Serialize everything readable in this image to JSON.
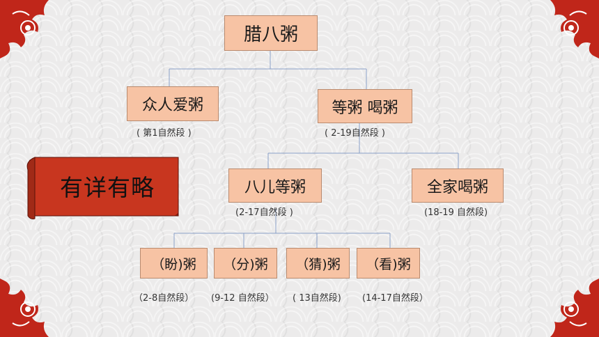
{
  "root": "腊八粥",
  "level1": [
    {
      "title": "众人爱粥",
      "note": "( 第1自然段 )"
    },
    {
      "title": "等粥  喝粥",
      "note": "(  2-19自然段 )"
    }
  ],
  "level2": [
    {
      "title": "八儿等粥",
      "note": "(2-17自然段 )"
    },
    {
      "title": "全家喝粥",
      "note": "(18-19 自然段)"
    }
  ],
  "level3": [
    {
      "title": "（盼)粥",
      "note": "（2-8自然段）"
    },
    {
      "title": "（分)粥",
      "note": "(9-12 自然段）"
    },
    {
      "title": "（猜)粥",
      "note": "( 13自然段)"
    },
    {
      "title": "（看)粥",
      "note": "(14-17自然段）"
    }
  ],
  "summary": "有详有略",
  "colors": {
    "box_fill": "#f7c3a4",
    "scroll_red": "#c8361f",
    "line": "#8aa0c8",
    "corner_red": "#c0261a"
  }
}
